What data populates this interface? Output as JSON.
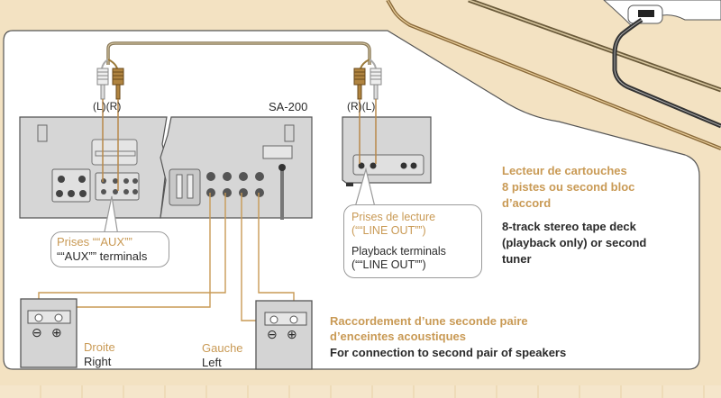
{
  "diagram": {
    "amplifier_model": "SA-200",
    "plug_labels_amp": "(L)(R)",
    "plug_labels_deck": "(R)(L)",
    "aux_callout": {
      "fr": "Prises ““AUX””",
      "en": "““AUX”” terminals"
    },
    "line_out_callout": {
      "fr_line1": "Prises de lecture",
      "fr_line2": "(““LINE OUT””)",
      "en_line1": "Playback terminals",
      "en_line2": "(““LINE OUT””)"
    },
    "deck_description": {
      "fr_line1": "Lecteur de cartouches",
      "fr_line2": "8 pistes ou second bloc",
      "fr_line3": "d’accord",
      "en_line1": "8-track stereo tape deck",
      "en_line2": "(playback only) or second",
      "en_line3": "tuner"
    },
    "speaker_right": {
      "fr": "Droite",
      "en": "Right",
      "minus_symbol": "⊖",
      "plus_symbol": "⊕"
    },
    "speaker_left": {
      "fr": "Gauche",
      "en": "Left",
      "minus_symbol": "⊖",
      "plus_symbol": "⊕"
    },
    "speakers_description": {
      "fr_line1": "Raccordement d’une seconde paire",
      "fr_line2": "d’enceintes acoustiques",
      "en": "For connection to second pair of speakers"
    },
    "colors": {
      "background": "#f3e2c2",
      "panel": "#ffffff",
      "french_text": "#c99a55",
      "english_text": "#2a2a2a",
      "wire": "#b8894a",
      "chassis": "#d6d6d6"
    }
  }
}
